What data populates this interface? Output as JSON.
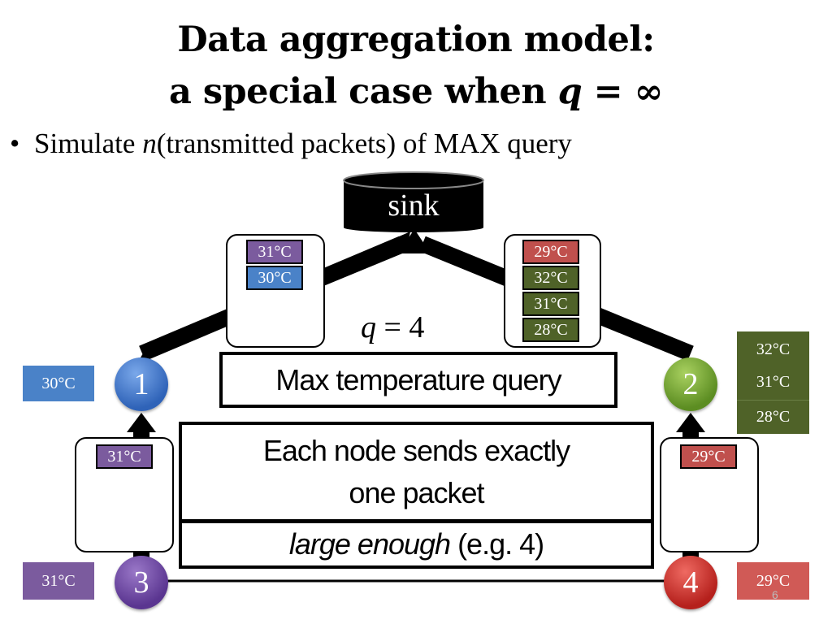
{
  "title": {
    "line1": "Data aggregation model:",
    "line2_prefix": "a special case when ",
    "line2_var": "q",
    "line2_suffix": " = ∞"
  },
  "bullet": {
    "prefix": "Simulate ",
    "var": "n",
    "suffix": "(transmitted packets) of MAX query"
  },
  "sink": {
    "label": "sink"
  },
  "q_formula": {
    "var": "q",
    "rest": " = 4"
  },
  "query_box": {
    "text": "Max temperature query"
  },
  "note_box": {
    "line1": "Each node sends exactly",
    "line2": "one packet"
  },
  "large_box": {
    "italic": "large enough",
    "rest": " (e.g. 4)"
  },
  "nodes": [
    {
      "id": "1",
      "color": "#3a6fc4"
    },
    {
      "id": "2",
      "color": "#6a9a2a"
    },
    {
      "id": "3",
      "color": "#6a3f9a"
    },
    {
      "id": "4",
      "color": "#c62a25"
    }
  ],
  "buffers": {
    "left_top": [
      "31°C",
      "30°C"
    ],
    "right_top": [
      "29°C",
      "32°C",
      "31°C",
      "28°C"
    ],
    "left_bottom": [
      "31°C"
    ],
    "right_bottom": [
      "29°C"
    ]
  },
  "side_chips": {
    "node1": "30°C",
    "node2": [
      "32°C",
      "31°C",
      "28°C"
    ],
    "node3": "31°C",
    "node4": "29°C"
  },
  "colors": {
    "purple": "#7b5b9e",
    "blue": "#4a82c8",
    "red": "#c0504d",
    "green": "#4f6228",
    "side_red": "#d05a56"
  },
  "page_number": "6"
}
